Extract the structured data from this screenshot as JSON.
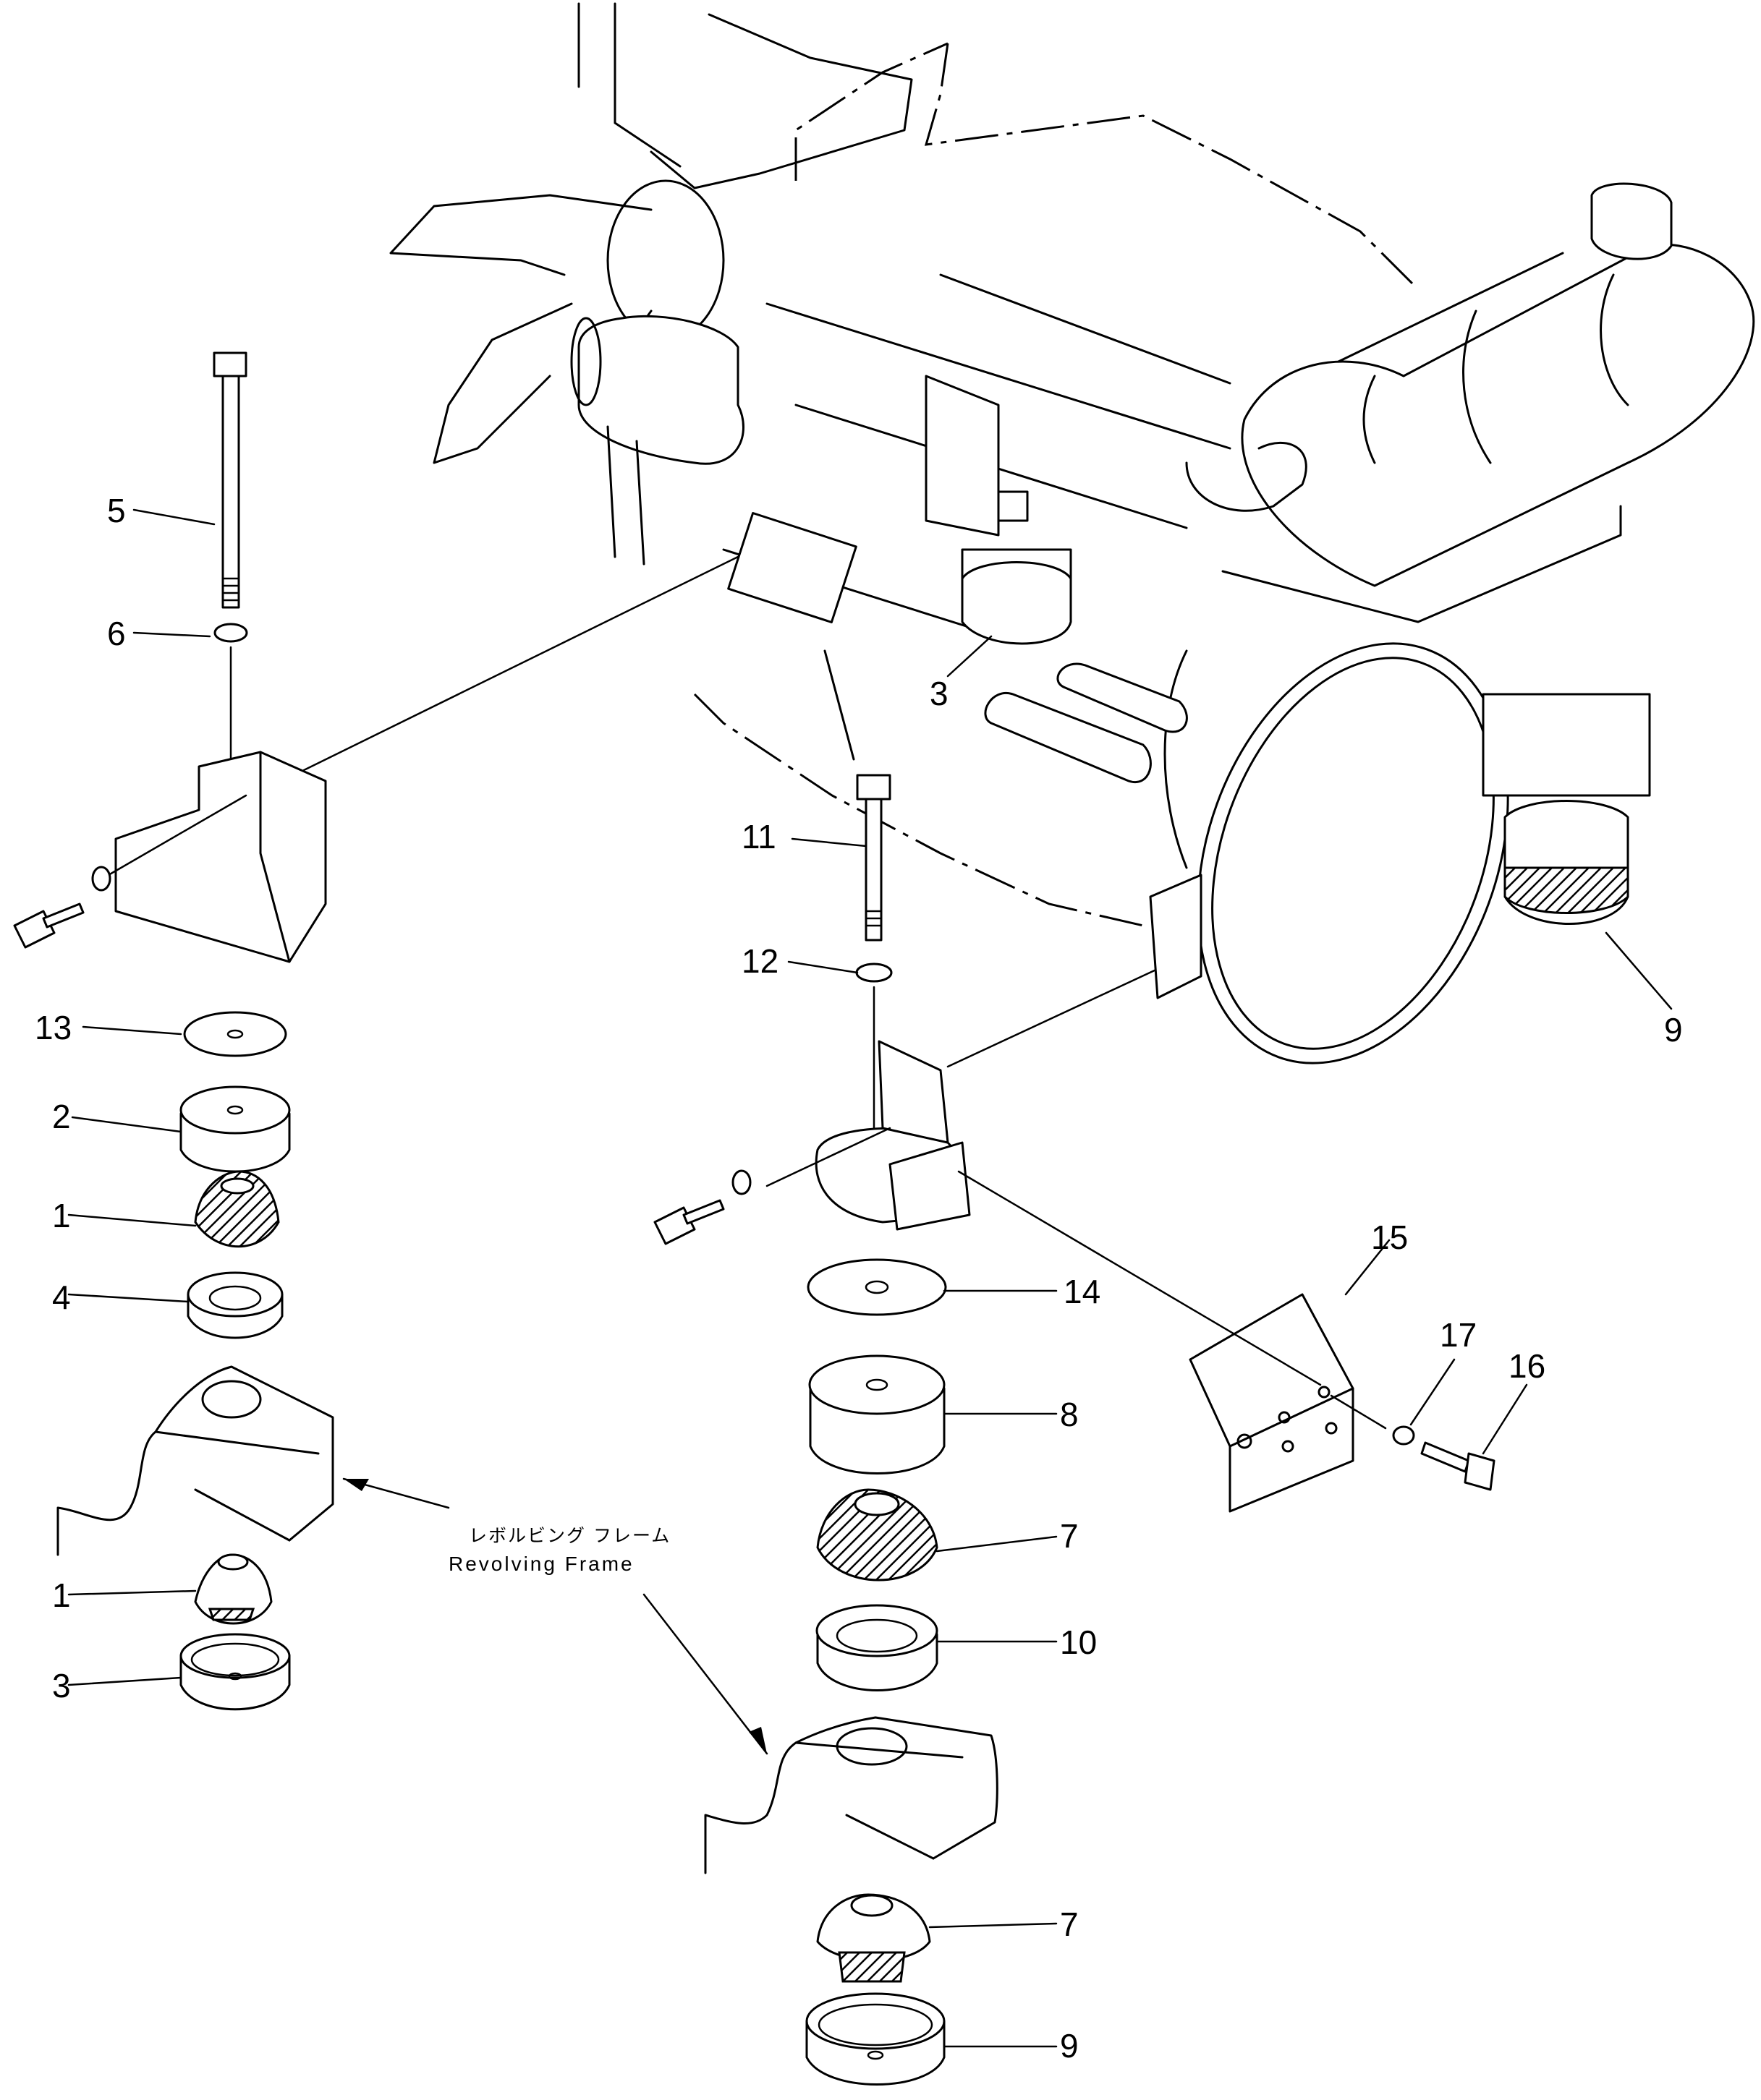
{
  "callouts": {
    "c1a": "1",
    "c1b": "1",
    "c2": "2",
    "c3a": "3",
    "c3b": "3",
    "c4": "4",
    "c5": "5",
    "c6": "6",
    "c7a": "7",
    "c7b": "7",
    "c8": "8",
    "c9a": "9",
    "c9b": "9",
    "c10": "10",
    "c11": "11",
    "c12": "12",
    "c13": "13",
    "c14": "14",
    "c15": "15",
    "c16": "16",
    "c17": "17"
  },
  "frame_label": {
    "japanese": "レボルビング フレーム",
    "english": "Revolving  Frame"
  }
}
